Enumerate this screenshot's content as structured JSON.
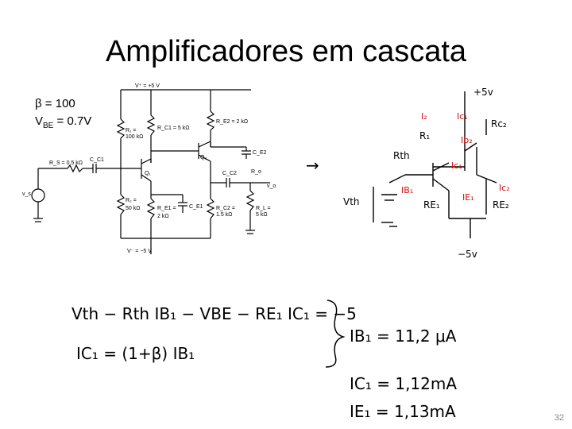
{
  "slide": {
    "title": "Amplificadores em cascata",
    "beta_line": "β = 100",
    "vbe_line_main": "V",
    "vbe_line_sub": "BE",
    "vbe_line_rest": " = 0.7V",
    "page_number": "32"
  },
  "circuit": {
    "vplus": "V⁺ = +5 V",
    "vminus": "V⁻ = −5 V",
    "r1": "R₁ =",
    "r1v": "100 kΩ",
    "rc1": "R_C1 = 5 kΩ",
    "re2": "R_E2 = 2 kΩ",
    "q2": "Q₂",
    "ce2": "C_E2",
    "rs": "R_S = 0.5 kΩ",
    "cc1": "C_C1",
    "q1": "Q₁",
    "cc2": "C_C2",
    "ro": "R_o",
    "vo": "v_o",
    "r2": "R₂ =",
    "r2v": "50 kΩ",
    "re1": "R_E1 =",
    "re1v": "2 kΩ",
    "ce1": "C_E1",
    "rc2": "R_C2 =",
    "rc2v": "1.5 kΩ",
    "rl": "R_L =",
    "rlv": "5 kΩ",
    "vs": "v_s"
  },
  "handwriting": {
    "arrow": "→",
    "sketch": {
      "p5v": "+5v",
      "i2": "I₂",
      "ic1": "Ic₁",
      "rc2": "Rc₂",
      "r1": "R₁",
      "ib2": "Ib₂",
      "rth": "Rth",
      "ic1b": "Ic₁",
      "ic2": "Ic₂",
      "ib1": "IB₁",
      "vth": "Vth",
      "re1": "RE₁",
      "ie1": "IE₁",
      "re2": "RE₂",
      "m5v": "−5v"
    },
    "eq1": "Vth − Rth IB₁ − VBE − RE₁ IC₁ = −5",
    "eq2": "IC₁ = (1+β) IB₁",
    "res1": "IB₁ = 11,2 μA",
    "res2": "IC₁ = 1,12mA",
    "res3": "IE₁ = 1,13mA"
  }
}
